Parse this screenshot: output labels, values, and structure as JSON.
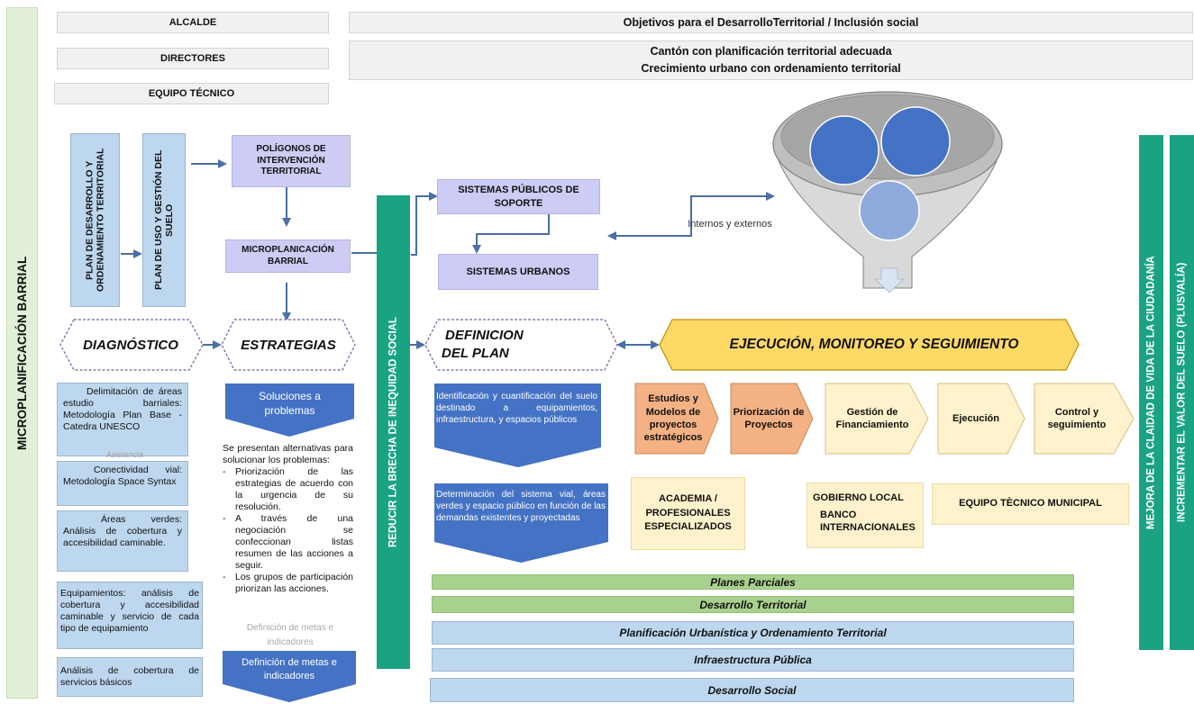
{
  "header": {
    "alcalde": "ALCALDE",
    "directores": "DIRECTORES",
    "equipo": "EQUIPO TÉCNICO",
    "objetivos": "Objetivos para el DesarrolloTerritorial / Inclusión social",
    "canton_line1": "Cantón con planificación territorial adecuada",
    "canton_line2": "Crecimiento urbano con ordenamiento territorial"
  },
  "left_band": "MICROPLANIFICACIÓN BARRIAL",
  "plans": {
    "pdot": "PLAN DE DESARROLLO Y ORDENAMIENTO TERRITORIAL",
    "pugs": "PLAN DE USO Y GESTIÓN DEL SUELO",
    "poligonos": "POLÍGONOS DE INTERVENCIÓN TERRITORIAL",
    "micro": "MICROPLANICACIÓN BARRIAL",
    "sist_publicos": "SISTEMAS PÚBLICOS DE SOPORTE",
    "sist_urbanos": "SISTEMAS URBANOS",
    "internos": "Internos y externos"
  },
  "phases": {
    "diagnostico": "DIAGNÓSTICO",
    "estrategias": "ESTRATEGIAS",
    "definicion_1": "DEFINICION",
    "definicion_2": "DEL PLAN",
    "ejecucion": "EJECUCIÓN, MONITOREO Y SEGUIMIENTO"
  },
  "diagnostico_items": [
    "Delimitación de áreas estudio barriales: Metodología Plan Base - Catedra UNESCO",
    "Conectividad vial: Metodología Space Syntax",
    "Áreas verdes: Análisis de cobertura y accesibilidad caminable.",
    "Equipamientos: análisis de cobertura y accesibilidad caminable y servicio de cada tipo de equipamiento",
    "Análisis de cobertura de servicios básicos"
  ],
  "ghost_texts": {
    "asistencia": "Asistencia",
    "definicion_ghost": "Definición de metas e indicadores"
  },
  "estrategias": {
    "soluciones": "Soluciones a problemas",
    "intro": "Se presentan alternativas para solucionar los problemas:",
    "bullets": [
      "Priorización de las estrategias de acuerdo con la urgencia de su resolución.",
      "A través de una negociación se confeccionan listas resumen de las acciones a seguir.",
      "Los grupos de participación priorizan las acciones."
    ],
    "metas": "Definición de metas e indicadores"
  },
  "brecha": "REDUCIR LA BRECHA DE INEQUIDAD SOCIAL",
  "definicion": {
    "box1": "Identificación y cuantificación del suelo destinado a equipamientos, infraestructura, y espacios públicos",
    "box2": "Determinación del sistema vial, áreas verdes y espacio público en función de las demandas existentes y proyectadas"
  },
  "ejecucion_steps": [
    "Estudios y Modelos de proyectos estratégicos",
    "Priorización de Proyectos",
    "Gestión de Financiamiento",
    "Ejecución",
    "Control y seguimiento"
  ],
  "actors": {
    "academia": "ACADEMIA / PROFESIONALES ESPECIALIZADOS",
    "gobierno": "GOBIERNO LOCAL",
    "banco": "BANCO INTERNACIONALES",
    "equipo_mun": "EQUIPO TÈCNICO MUNICIPAL"
  },
  "bars": [
    "Planes Parciales",
    "Desarrollo Territorial",
    "Planificación Urbanística y Ordenamiento Territorial",
    "Infraestructura Pública",
    "Desarrollo Social"
  ],
  "right_bands": {
    "mejora": "MEJORA DE LA CLAIDAD DE VIDA DE LA CIUDADANÍA",
    "incrementar": "INCREMENTAR EL VALOR DEL SUELO (PLUSVALÍA)"
  },
  "colors": {
    "teal": "#1aa383",
    "dark_blue": "#4472c4",
    "light_blue": "#bdd7ee",
    "lavender": "#ccccf5",
    "salmon": "#f4b183",
    "wheat": "#fff2cc",
    "yellow": "#ffd966",
    "green_bar": "#a9d18e",
    "arrow": "#4a6fa5"
  }
}
